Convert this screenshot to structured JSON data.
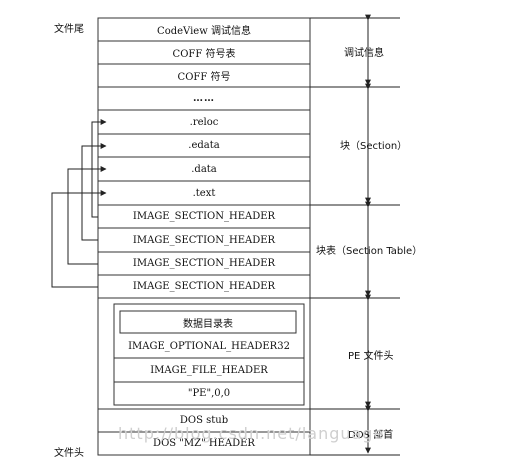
{
  "labels": {
    "file_tail": "文件尾",
    "file_head": "文件头"
  },
  "rows": [
    "CodeView 调试信息",
    "COFF 符号表",
    "COFF 符号",
    "……",
    ".reloc",
    ".edata",
    ".data",
    ".text",
    "IMAGE_SECTION_HEADER",
    "IMAGE_SECTION_HEADER",
    "IMAGE_SECTION_HEADER",
    "IMAGE_SECTION_HEADER"
  ],
  "pe_header": {
    "data_directory": "数据目录表",
    "rows": [
      "IMAGE_OPTIONAL_HEADER32",
      "IMAGE_FILE_HEADER",
      "\"PE\",0,0"
    ]
  },
  "dos_rows": [
    "DOS stub",
    "DOS \"MZ\" HEADER"
  ],
  "regions": {
    "debug": "调试信息",
    "section": "块（Section）",
    "section_table": "块表（Section Table）",
    "pe_file_header": "PE 文件头",
    "dos_header": "DOS 部首"
  },
  "watermark": "http://blog.csdn.net/language"
}
